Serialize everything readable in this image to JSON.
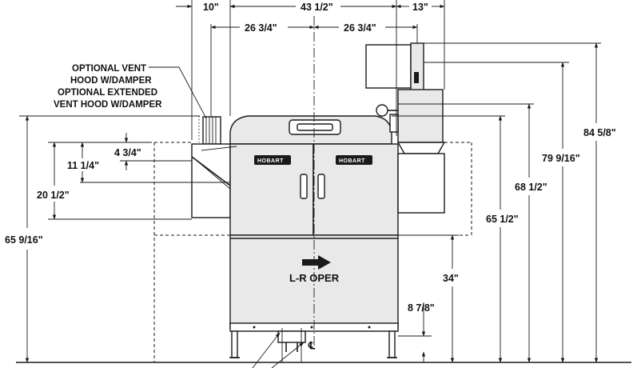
{
  "callout": {
    "line1": "OPTIONAL VENT",
    "line2": "HOOD W/DAMPER",
    "line3": "OPTIONAL EXTENDED",
    "line4": "VENT HOOD W/DAMPER"
  },
  "dimensions": {
    "top_left_10": "10\"",
    "top_43_1_2": "43 1/2\"",
    "top_13": "13\"",
    "half_left": "26 3/4\"",
    "half_right": "26 3/4\"",
    "d_4_3_4": "4 3/4\"",
    "d_11_1_4": "11 1/4\"",
    "d_20_1_2": "20 1/2\"",
    "d_65_9_16": "65 9/16\"",
    "d_34": "34\"",
    "d_8_7_8": "8 7/8\"",
    "d_65_1_2": "65 1/2\"",
    "d_68_1_2": "68 1/2\"",
    "d_79_9_16": "79 9/16\"",
    "d_84_5_8": "84 5/8\""
  },
  "machine": {
    "operation_label": "L-R OPER",
    "brand_left": "HOBART",
    "brand_right": "HOBART",
    "centerline_symbol": "℄"
  }
}
